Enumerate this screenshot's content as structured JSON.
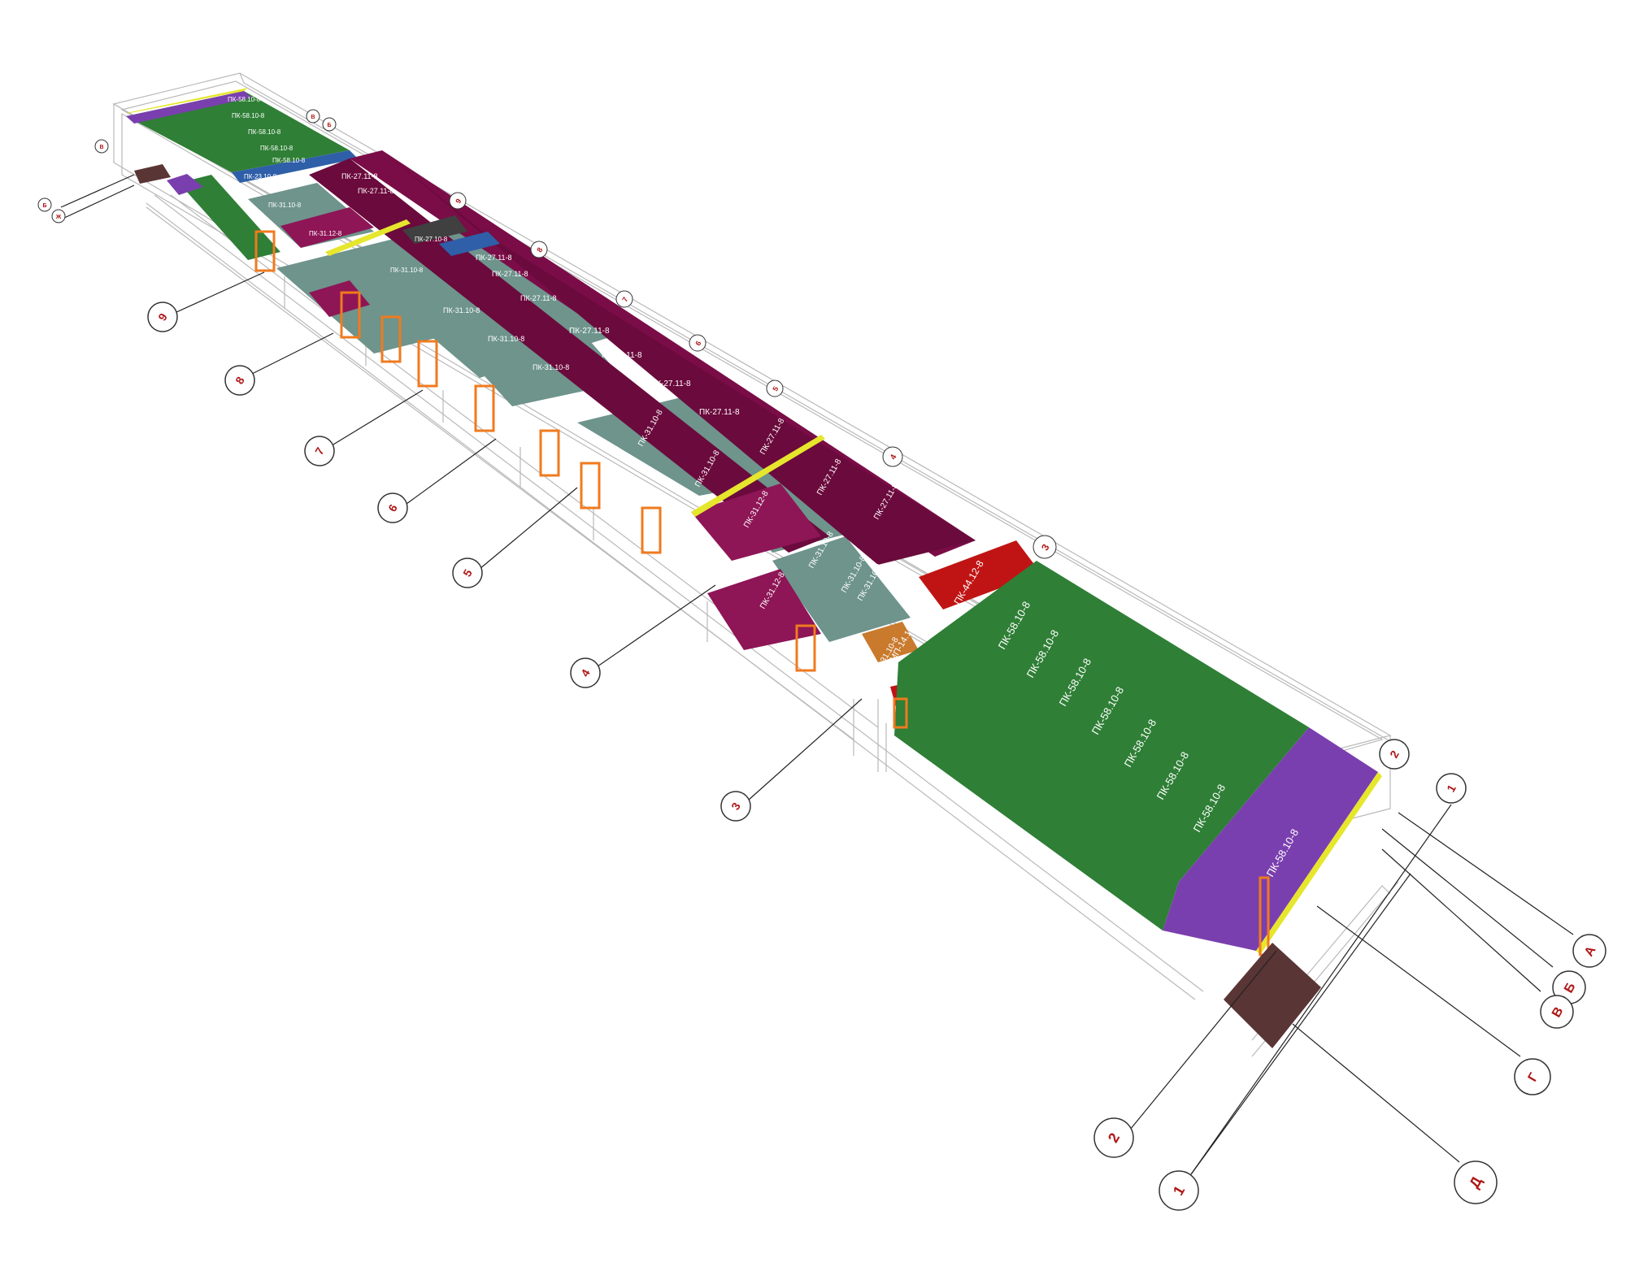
{
  "colors": {
    "green": "#2f7f36",
    "teal": "#6e948c",
    "magenta": "#8e1556",
    "plum": "#6b0a3c",
    "purple": "#7a3fae",
    "blue": "#2f5fa8",
    "red": "#c01414",
    "orange": "#c97a2d",
    "yellow": "#e6e62c",
    "dark": "#404040",
    "door": "#f07a1e",
    "soil": "#5a3535",
    "wire": "#b9b9b9",
    "leader": "#222222",
    "bubble_text": "#b01818"
  },
  "slab_labels": {
    "far_top": [
      "ПК-58.10-8",
      "ПК-58.10-8",
      "ПК-58.10-8",
      "ПК-58.10-8",
      "ПК-58.10-8"
    ],
    "row_27": [
      "ПК-27.11-8",
      "ПК-27.11-8",
      "ПК-27.11-8",
      "ПК-27.11-8",
      "ПК-27.11-8",
      "ПК-27.11-8",
      "ПК-27.11-8",
      "ПК-27.11-8",
      "ПК-27.11-8",
      "ПК-27.11-8",
      "ПК-27.11-8",
      "ПК-27.11-8"
    ],
    "row_31": [
      "ПК-31.10-8",
      "ПК-31.10-8",
      "ПК-31.10-8",
      "ПК-31.10-8",
      "ПК-31.10-8",
      "ПК-31.10-8",
      "ПК-31.10-8",
      "ПК-31.10-8"
    ],
    "row_31_12": [
      "ПК-31.12-8",
      "ПК-31.12-8",
      "ПК-31.12-8"
    ],
    "mid_block": [
      "ПК-31.10-8",
      "ПК-31.10-8",
      "ПК-31.10-8"
    ],
    "red_panel": "ПК-44.12-8",
    "orange_panel": "МП-14.12-8",
    "big_green": [
      "ПК-58.10-8",
      "ПК-58.10-8",
      "ПК-58.10-8",
      "ПК-58.10-8",
      "ПК-58.10-8",
      "ПК-58.10-8",
      "ПК-58.10-8"
    ],
    "purple_near": "ПК-58.10-8",
    "blue_panel": "ПК-23.10-8",
    "dark_panel": "ПК-27.10-8"
  },
  "axes": {
    "near_left": [
      "9",
      "8",
      "7",
      "6",
      "5",
      "4",
      "3"
    ],
    "far_edge": [
      "9",
      "8",
      "7",
      "6",
      "5",
      "4",
      "3"
    ],
    "far_top": [
      "В",
      "Б"
    ],
    "far_top_left": [
      "В",
      "Б",
      "Ж"
    ],
    "right_top": [
      "2",
      "1"
    ],
    "right_side": [
      "А",
      "Б",
      "В",
      "Г"
    ],
    "bottom": [
      "2",
      "1",
      "Д"
    ]
  }
}
